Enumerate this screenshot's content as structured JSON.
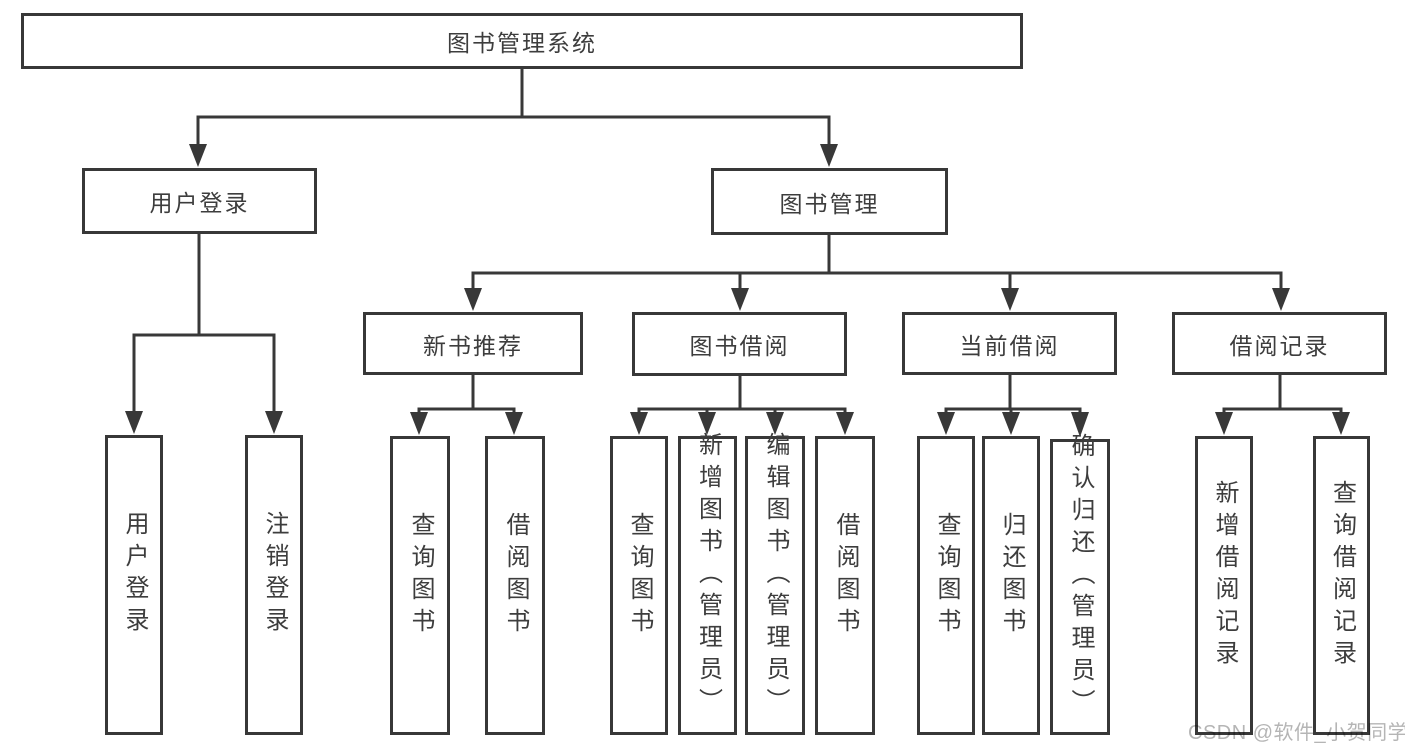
{
  "diagram": {
    "root": {
      "label": "图书管理系统"
    },
    "branches": [
      {
        "label": "用户登录",
        "children": [
          {
            "label": "用户登录"
          },
          {
            "label": "注销登录"
          }
        ]
      },
      {
        "label": "图书管理",
        "children": [
          {
            "label": "新书推荐",
            "children": [
              {
                "label": "查询图书"
              },
              {
                "label": "借阅图书"
              }
            ]
          },
          {
            "label": "图书借阅",
            "children": [
              {
                "label": "查询图书"
              },
              {
                "label": "新增图书（管理员）"
              },
              {
                "label": "编辑图书（管理员）"
              },
              {
                "label": "借阅图书"
              }
            ]
          },
          {
            "label": "当前借阅",
            "children": [
              {
                "label": "查询图书"
              },
              {
                "label": "归还图书"
              },
              {
                "label": "确认归还（管理员）"
              }
            ]
          },
          {
            "label": "借阅记录",
            "children": [
              {
                "label": "新增借阅记录"
              },
              {
                "label": "查询借阅记录"
              }
            ]
          }
        ]
      }
    ]
  },
  "watermark": "CSDN @软件_小贺同学",
  "colors": {
    "line": "#383838",
    "box_border": "#383838",
    "text": "#3d3d3d",
    "watermark": "#b5b5b5",
    "background": "#ffffff"
  }
}
